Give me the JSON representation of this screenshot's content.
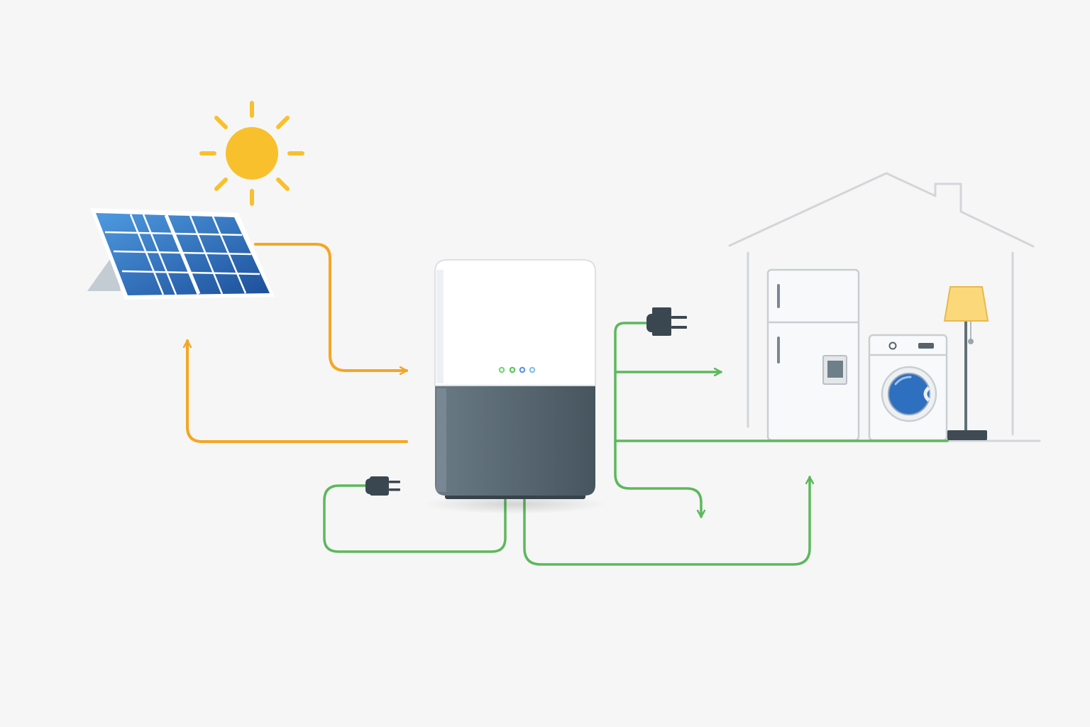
{
  "diagram": {
    "title": "",
    "nodes": [
      {
        "id": "sun",
        "icon": "sun-icon"
      },
      {
        "id": "solar-panel",
        "icon": "solar-panel-icon"
      },
      {
        "id": "battery-storage-unit",
        "icon": "battery-unit-icon",
        "status_lights": 4
      },
      {
        "id": "house",
        "icon": "house-outline-icon"
      },
      {
        "id": "refrigerator",
        "icon": "refrigerator-icon"
      },
      {
        "id": "washing-machine",
        "icon": "washing-machine-icon"
      },
      {
        "id": "floor-lamp",
        "icon": "floor-lamp-icon"
      },
      {
        "id": "grid-plug-left",
        "icon": "plug-icon"
      },
      {
        "id": "grid-plug-right",
        "icon": "plug-icon"
      }
    ],
    "flows": [
      {
        "from": "solar-panel",
        "to": "battery-storage-unit",
        "kind": "solar"
      },
      {
        "from": "battery-storage-unit",
        "to": "solar-panel",
        "kind": "solar"
      },
      {
        "from": "battery-storage-unit",
        "to": "house",
        "kind": "power"
      },
      {
        "from": "battery-storage-unit",
        "to": "grid-plug-right",
        "kind": "power"
      },
      {
        "from": "grid-plug-left",
        "to": "battery-storage-unit",
        "kind": "power"
      }
    ]
  },
  "colors": {
    "background": "#f6f6f6",
    "solar_flow": "#f5a623",
    "power_flow": "#5cb85c",
    "sun": "#f8c02c",
    "panel_cell": "#2f74c0",
    "unit_top": "#ffffff",
    "unit_bottom": "#566670",
    "house_outline": "#d3d6d9",
    "appliance": "#f8f9fa",
    "lamp_shade": "#fbd97a",
    "drum": "#2f6fc0"
  }
}
